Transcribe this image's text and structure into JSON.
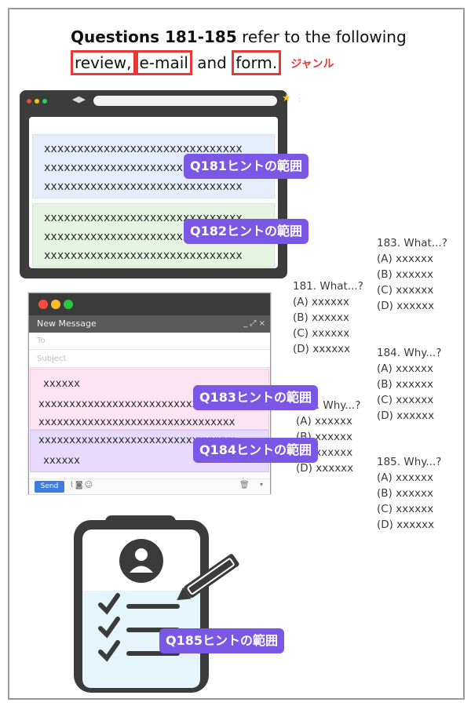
{
  "heading": {
    "bold_part": "Questions 181-185",
    "rest_line1": " refer to the following",
    "word_review": "review,",
    "word_email": "e-mail",
    "and_text": " and ",
    "word_form": "form.",
    "genre_label": "ジャンル"
  },
  "browser": {
    "blue_lines": [
      "xxxxxxxxxxxxxxxxxxxxxxxxxxxxxx",
      "xxxxxxxxxxxxxxxxxxxxxxxxxxxxxx",
      "xxxxxxxxxxxxxxxxxxxxxxxxxxxxxx"
    ],
    "green_lines": [
      "xxxxxxxxxxxxxxxxxxxxxxxxxxxxxx",
      "xxxxxxxxxxxxxxxxxxxxxxxxxxxxxx",
      "xxxxxxxxxxxxxxxxxxxxxxxxxxxxxx"
    ]
  },
  "email": {
    "title": "New Message",
    "to_placeholder": "To",
    "subject_placeholder": "Subject",
    "pink_lines": [
      "xxxxxx",
      "xxxxxxxxxxxxxxxxxxxxxxxxxxxxxxxx",
      "xxxxxxxxxxxxxxxxxxxxxxxxxxxxxxxx"
    ],
    "purple_lines": [
      "xxxxxxxxxxxxxxxxxxxxxxxxxxxxxxxx",
      "xxxxxx"
    ],
    "send_label": "Send"
  },
  "badges": {
    "q181": "Q181ヒントの範囲",
    "q182": "Q182ヒントの範囲",
    "q183": "Q183ヒントの範囲",
    "q184": "Q184ヒントの範囲",
    "q185": "Q185ヒントの範囲"
  },
  "questions": {
    "q181": {
      "title": "181. What...?",
      "options": [
        "(A) xxxxxx",
        "(B) xxxxxx",
        "(C) xxxxxx",
        "(D) xxxxxx"
      ]
    },
    "q182": {
      "title": "182. Why...?",
      "options": [
        "(A) xxxxxx",
        "(B) xxxxxx",
        "(C) xxxxxx",
        "(D) xxxxxx"
      ]
    },
    "q183": {
      "title": "183. What...?",
      "options": [
        "(A) xxxxxx",
        "(B) xxxxxx",
        "(C) xxxxxx",
        "(D) xxxxxx"
      ]
    },
    "q184": {
      "title": "184. Why...?",
      "options": [
        "(A) xxxxxx",
        "(B) xxxxxx",
        "(C) xxxxxx",
        "(D) xxxxxx"
      ]
    },
    "q185": {
      "title": "185. Why...?",
      "options": [
        "(A) xxxxxx",
        "(B) xxxxxx",
        "(C) xxxxxx",
        "(D) xxxxxx"
      ]
    }
  },
  "colors": {
    "badge": "#7a57e4",
    "highlight_box": "#e53935",
    "genre_text": "#e53935",
    "review_bg": "#e6eefc",
    "review_bg2": "#e6f5e1",
    "email_bg": "#fde4f2",
    "email_bg2": "#e7dafc",
    "form_bg": "#e4f6fb"
  },
  "icons": [
    "traffic-light-dots",
    "star-icon",
    "kebab-menu-icon",
    "attach-icon",
    "camera-icon",
    "emoji-icon",
    "trash-icon",
    "pencil-icon",
    "person-avatar-icon",
    "checkmark-icon"
  ]
}
